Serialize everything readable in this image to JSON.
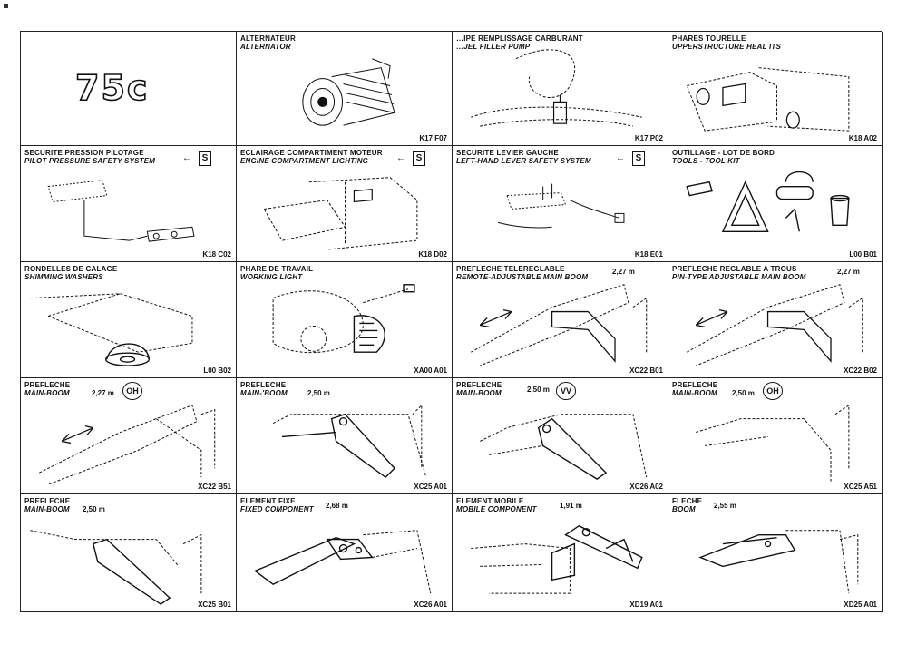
{
  "brand_logo": "75c",
  "cells": [
    {
      "title": "",
      "subtitle": "",
      "code": "",
      "measure": "",
      "badge": ""
    },
    {
      "title": "ALTERNATEUR",
      "subtitle": "ALTERNATOR",
      "code": "K17 F07",
      "measure": "",
      "badge": ""
    },
    {
      "title": "…IPE REMPLISSAGE CARBURANT",
      "subtitle": "…JEL FILLER PUMP",
      "code": "K17 P02",
      "measure": "",
      "badge": ""
    },
    {
      "title": "PHARES TOURELLE",
      "subtitle": "UPPERSTRUCTURE HEAL        ITS",
      "code": "K18 A02",
      "measure": "",
      "badge": ""
    },
    {
      "title": "SECURITE PRESSION PILOTAGE",
      "subtitle": "PILOT PRESSURE SAFETY SYSTEM",
      "code": "K18 C02",
      "measure": "",
      "badge": "S"
    },
    {
      "title": "ECLAIRAGE COMPARTIMENT MOTEUR",
      "subtitle": "ENGINE COMPARTMENT LIGHTING",
      "code": "K18 D02",
      "measure": "",
      "badge": "S"
    },
    {
      "title": "SECURITE LEVIER GAUCHE",
      "subtitle": "LEFT-HAND LEVER SAFETY SYSTEM",
      "code": "K18 E01",
      "measure": "",
      "badge": "S"
    },
    {
      "title": "OUTILLAGE - LOT DE BORD",
      "subtitle": "TOOLS - TOOL KIT",
      "code": "L00 B01",
      "measure": "",
      "badge": ""
    },
    {
      "title": "RONDELLES DE CALAGE",
      "subtitle": "SHIMMING WASHERS",
      "code": "L00 B02",
      "measure": "",
      "badge": ""
    },
    {
      "title": "PHARE DE TRAVAIL",
      "subtitle": "WORKING LIGHT",
      "code": "XA00 A01",
      "measure": "",
      "badge": ""
    },
    {
      "title": "PREFLECHE TELEREGLABLE",
      "subtitle": "REMOTE-ADJUSTABLE MAIN BOOM",
      "code": "XC22 B01",
      "measure": "2,27 m",
      "badge": ""
    },
    {
      "title": "PREFLECHE REGLABLE A TROUS",
      "subtitle": "PIN-TYPE ADJUSTABLE MAIN BOOM",
      "code": "XC22 B02",
      "measure": "2,27 m",
      "badge": ""
    },
    {
      "title": "PREFLECHE",
      "subtitle": "MAIN-BOOM",
      "code": "XC22 B51",
      "measure": "2,27 m",
      "badge": "OH"
    },
    {
      "title": "PREFLECHE",
      "subtitle": "MAIN-'BOOM",
      "code": "XC25 A01",
      "measure": "2,50 m",
      "badge": ""
    },
    {
      "title": "PREFLECHE",
      "subtitle": "MAIN-BOOM",
      "code": "XC26 A02",
      "measure": "2,50 m",
      "badge": "VV"
    },
    {
      "title": "PREFLECHE",
      "subtitle": "MAIN-BOOM",
      "code": "XC25 A51",
      "measure": "2,50 m",
      "badge": "OH"
    },
    {
      "title": "PREFLECHE",
      "subtitle": "MAIN-BOOM",
      "code": "XC25 B01",
      "measure": "2,50 m",
      "badge": ""
    },
    {
      "title": "ELEMENT FIXE",
      "subtitle": "FIXED COMPONENT",
      "code": "XC26 A01",
      "measure": "2,68 m",
      "badge": ""
    },
    {
      "title": "ELEMENT MOBILE",
      "subtitle": "MOBILE COMPONENT",
      "code": "XD19 A01",
      "measure": "1,91 m",
      "badge": ""
    },
    {
      "title": "FLECHE",
      "subtitle": "BOOM",
      "code": "XD25 A01",
      "measure": "2,55 m",
      "badge": ""
    }
  ]
}
